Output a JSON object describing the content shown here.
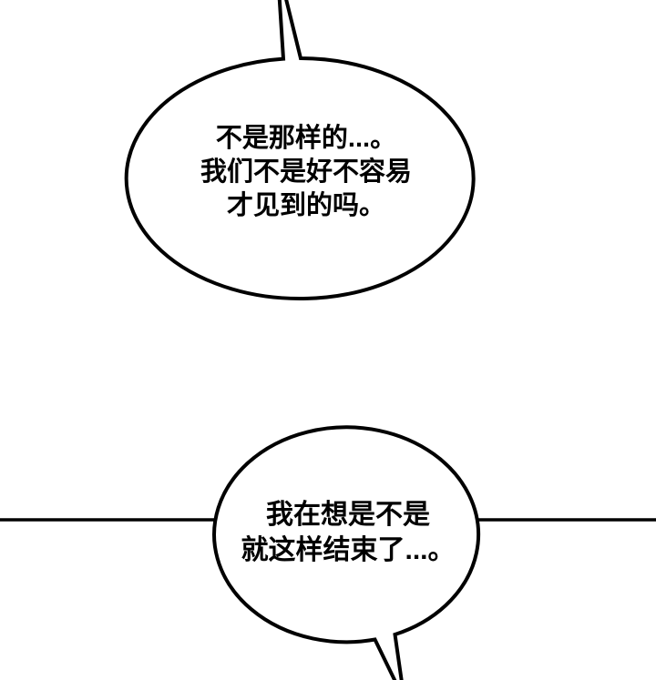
{
  "palette": {
    "ink": "#000000",
    "paper": "#ffffff"
  },
  "panel": {
    "bubble1": {
      "line1": "不是那样的...。",
      "line2": "我们不是好不容易",
      "line3": "才见到的吗。"
    },
    "bubble2": {
      "line1": "我在想是不是",
      "line2": "就这样结束了...。"
    }
  }
}
